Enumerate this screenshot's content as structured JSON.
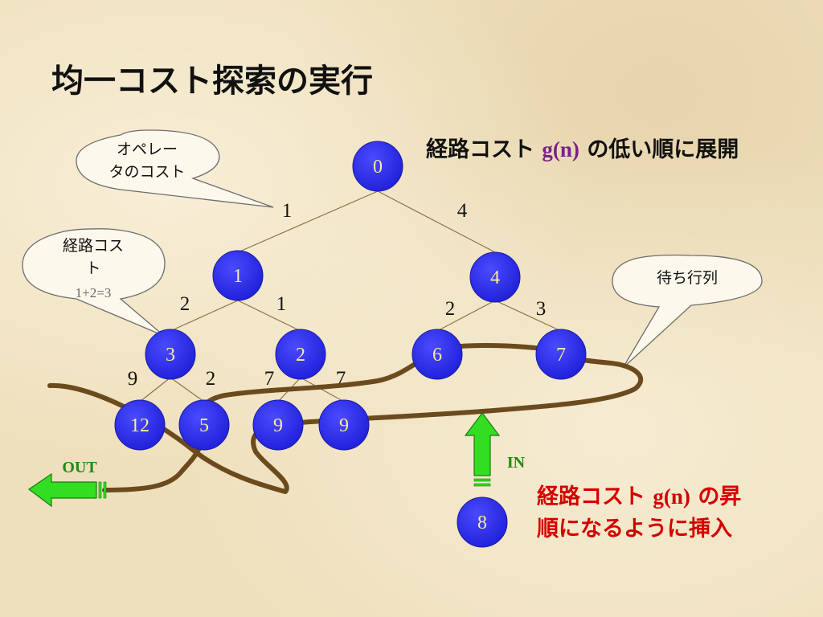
{
  "title": "均一コスト探索の実行",
  "subtitle": {
    "pre": "経路コスト",
    "g": "g(n)",
    "post": "の低い順に展開"
  },
  "callouts": {
    "operator_cost": [
      "オペレー",
      "タのコスト"
    ],
    "path_cost": [
      "経路コス",
      "ト"
    ],
    "path_cost_formula": "1+2=3",
    "queue": "待ち行列"
  },
  "tree": {
    "root": "0",
    "level1": [
      "1",
      "4"
    ],
    "level2": [
      "3",
      "2",
      "6",
      "7"
    ],
    "level3": [
      "12",
      "5",
      "9",
      "9"
    ],
    "edge_costs": {
      "root_left": "1",
      "root_right": "4",
      "n1_left": "2",
      "n1_right": "1",
      "n4_left": "2",
      "n4_right": "3",
      "n3_left": "9",
      "n3_right": "2",
      "n2_left": "7",
      "n2_right": "7"
    }
  },
  "queue_labels": {
    "out": "OUT",
    "in": "IN"
  },
  "new_node": "8",
  "note": {
    "pre": "経路コスト",
    "g": "g(n)",
    "post": "の昇順になるように挿入"
  },
  "colors": {
    "node_fill": "#2b2bf0",
    "node_text": "#f4ef9a",
    "queue_line": "#6b4a1e",
    "arrow_green": "#33dd22",
    "note_red": "#d40000"
  }
}
